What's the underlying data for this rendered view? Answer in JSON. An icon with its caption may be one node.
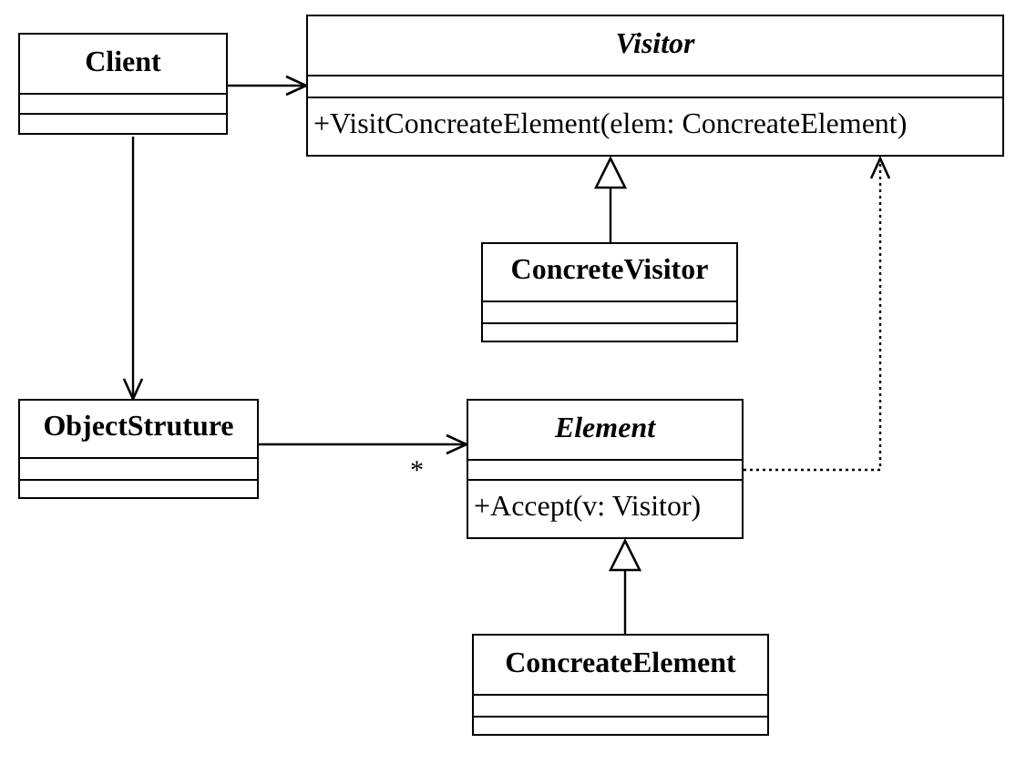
{
  "diagram": {
    "nodes": [
      {
        "text": [
          "Client"
        ]
      },
      {
        "text": [
          "Visitor",
          "+VisitConcreateElement(elem: ConcreateElement)"
        ]
      },
      {
        "text": [
          "ConcreteVisitor"
        ]
      },
      {
        "text": [
          "ObjectStruture"
        ]
      },
      {
        "text": [
          "Element",
          "+Accept(v: Visitor)"
        ]
      },
      {
        "text": [
          "ConcreateElement"
        ]
      }
    ],
    "edges": [
      {
        "from": 0,
        "to": 1,
        "arrow": "to"
      },
      {
        "from": 2,
        "to": 1,
        "arrow": "to"
      },
      {
        "from": 0,
        "to": 3,
        "arrow": "to"
      },
      {
        "from": 3,
        "to": 4,
        "arrow": "to",
        "label": "*"
      },
      {
        "from": 4,
        "to": 1,
        "arrow": "to",
        "style": "dashed"
      },
      {
        "from": 5,
        "to": 4,
        "arrow": "to"
      }
    ]
  }
}
